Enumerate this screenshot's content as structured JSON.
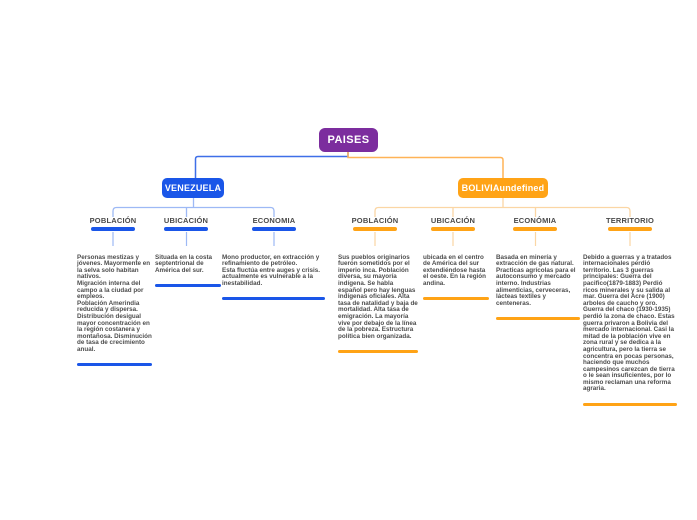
{
  "diagram": {
    "type": "mind-map",
    "background": "#ffffff"
  },
  "root": {
    "label": "PAISES",
    "fill": "#7c2d9e",
    "text_color": "#ffffff"
  },
  "branches": [
    {
      "label": "VENEZUELA",
      "fill": "#1a56e8",
      "accent": "#1a56e8",
      "connector_color": "#3f6fe8",
      "light_color": "#9db9f5",
      "topics": [
        {
          "label": "POBLACIÓN",
          "text": "Personas mestizas y jóvenes. Mayormente en la selva solo habitan nativos.\n Migración interna del campo a la ciudad por empleos.\n Población Amerindia reducida y dispersa. Distribución desigual mayor concentración en la región costanera y montañosa. Disminución de tasa de crecimiento anual."
        },
        {
          "label": "UBICACIÓN",
          "text": "Situada en la costa septentrional de América del sur."
        },
        {
          "label": "ECONOMIA",
          "text": "Mono productor, en extracción y refinamiento de petróleo.\nEsta fluctúa entre auges y crisis. actualmente es vulnerable a la inestabilidad."
        }
      ]
    },
    {
      "label": "BOLIVIAundefined",
      "fill": "#ffa316",
      "accent": "#ffa316",
      "connector_color": "#ffb357",
      "light_color": "#fbd6a4",
      "topics": [
        {
          "label": "POBLACIÓN",
          "text": "Sus pueblos originarios fueron sometidos por el imperio inca. Población diversa, su mayoría indígena. Se habla español pero hay lenguas indígenas oficiales. Alta tasa de natalidad y baja de mortalidad. Alta tasa de emigración. La mayoría vive por debajo de la línea de la pobreza. Estructura política bien organizada."
        },
        {
          "label": "UBICACIÓN",
          "text": "ubicada en el centro de América del sur extendiéndose hasta el oeste. En la región andina."
        },
        {
          "label": "ECONÓMIA",
          "text": "Basada en minería y extracción de gas natural. Practicas agrícolas para el autoconsumo y mercado interno. Industrias alimenticias, cerveceras, lácteas textiles y centeneras."
        },
        {
          "label": "TERRITORIO",
          "text": "Debido a guerras y a tratados internacionales perdió territorio. Las 3 guerras principales: Guerra del pacifico(1879-1883) Perdió ricos minerales y su salida al mar. Guerra del Acre (1900) arboles de caucho y oro. Guerra del chaco (1930-1935) perdió la zona de chaco. Estas guerra privaron a Bolivia del mercado internacional. Casi la mitad de la población vive en zona rural y se dedica a la agricultura, pero la tierra se concentra en pocas personas, haciendo que muchos campesinos carezcan de tierra o le sean insuficientes, por lo mismo reclaman una reforma agraria."
        }
      ]
    }
  ]
}
